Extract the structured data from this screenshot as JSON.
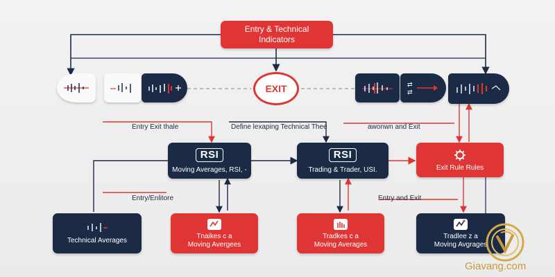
{
  "top_box": {
    "line1": "Entry & Technical",
    "line2": "Indicators"
  },
  "exit_label": "EXIT",
  "section_labels": {
    "left": "Entry Exit thale",
    "middle": "Define lexaping Technical Thee",
    "right": "awonwn and Exit",
    "lower_left": "Entry/Enlitore",
    "lower_right": "Entry and Exit"
  },
  "rsi_boxes": [
    {
      "tag": "RSI",
      "sub": "Moving Averages, RSI, -"
    },
    {
      "tag": "RSI",
      "sub": "Trading & Trader, USI."
    }
  ],
  "exit_rule": {
    "label": "Exit Rule Rules"
  },
  "bottom_boxes": [
    {
      "line1": "",
      "line2": "Technical Averages",
      "color": "#1b2a45"
    },
    {
      "line1": "Tnaikes c a",
      "line2": "Moving Avergees",
      "color": "#e03535"
    },
    {
      "line1": "Tradkes c a",
      "line2": "Moving Averages",
      "color": "#e03535"
    },
    {
      "line1": "Tradlee z a",
      "line2": "Moving Avgrages",
      "color": "#1b2a45"
    }
  ],
  "watermark": {
    "brand": "Giavang.com"
  },
  "colors": {
    "navy": "#1b2a45",
    "red": "#e03535",
    "gold": "#c79b3a",
    "wire": "#1b2a45",
    "wire_red": "#e03535"
  },
  "icons": [
    "candlestick-chart-icon",
    "gear-icon",
    "hand-cursor-icon",
    "gold-coin-logo"
  ]
}
